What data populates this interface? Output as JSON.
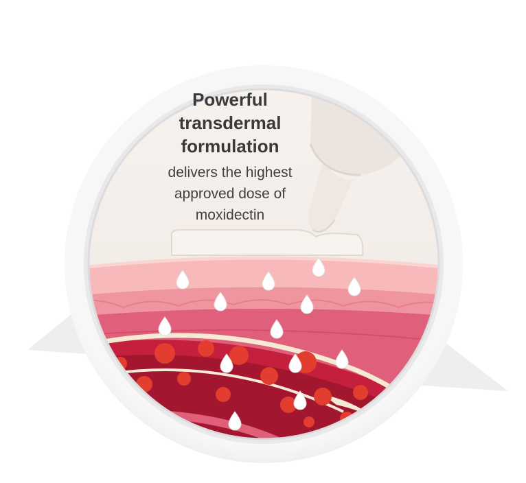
{
  "callout": {
    "headline": "Powerful\ntransdermal\nformulation",
    "subline": "delivers the highest\napproved dose of\nmoxidectin"
  },
  "colors": {
    "bubble_ring": "#f2f2f3",
    "background_paper": "#f3eeea",
    "skin_top": "#f7b9b9",
    "skin_mid": "#ee8c98",
    "tissue": "#e05a78",
    "vessel_wall": "#c41f3c",
    "vessel_inner": "#9e1430",
    "blood_cell": "#e23d2f",
    "fiber": "#f6ead5",
    "droplet": "#ffffff"
  },
  "icons": [
    "applicator-tube-illustration",
    "droplet-icon",
    "blood-vessel-illustration"
  ]
}
